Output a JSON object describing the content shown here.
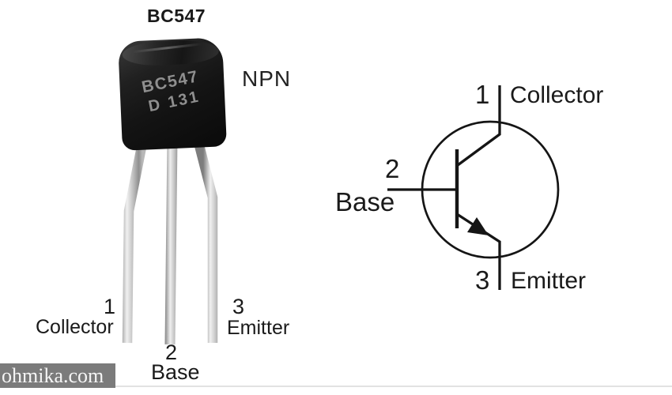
{
  "title": "BC547",
  "photo": {
    "type_label": "NPN",
    "package_marking_line1": "BC547",
    "package_marking_line2": "D 131",
    "pins": [
      {
        "number": "1",
        "name": "Collector"
      },
      {
        "number": "2",
        "name": "Base"
      },
      {
        "number": "3",
        "name": "Emitter"
      }
    ]
  },
  "schematic": {
    "symbol": "npn-transistor",
    "pins": [
      {
        "number": "1",
        "name": "Collector"
      },
      {
        "number": "2",
        "name": "Base"
      },
      {
        "number": "3",
        "name": "Emitter"
      }
    ]
  },
  "watermark": "ohmika.com",
  "colors": {
    "ink": "#1a1a1a",
    "marking": "#8f8f8f",
    "watermark-bg": "#7b7b7b",
    "watermark-text": "#f5f5f5",
    "baseline": "#e2e2e2"
  }
}
